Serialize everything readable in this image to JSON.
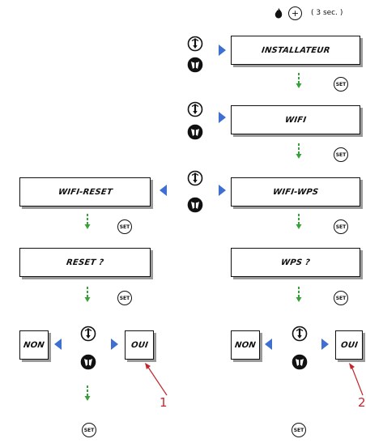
{
  "header": {
    "plus_symbol": "+",
    "duration": "( 3 sec. )"
  },
  "screens": {
    "installateur": "INSTALLATEUR",
    "wifi": "WIFI",
    "wifi_wps": "WIFI-WPS",
    "wifi_reset": "WIFI-RESET",
    "reset_q": "RESET ?",
    "wps_q": "WPS ?",
    "non_left": "NON",
    "oui_left": "OUI",
    "non_right": "NON",
    "oui_right": "OUI"
  },
  "set_label": "SET",
  "callouts": {
    "one": "1",
    "two": "2"
  },
  "colors": {
    "arrow_blue": "#3f6fd1",
    "arrow_green": "#3aa13a",
    "callout_red": "#c0282d"
  },
  "icons": [
    "flame-icon",
    "plus-button-icon",
    "rotary-knob-up-icon",
    "rotary-knob-down-icon",
    "set-button-icon"
  ]
}
